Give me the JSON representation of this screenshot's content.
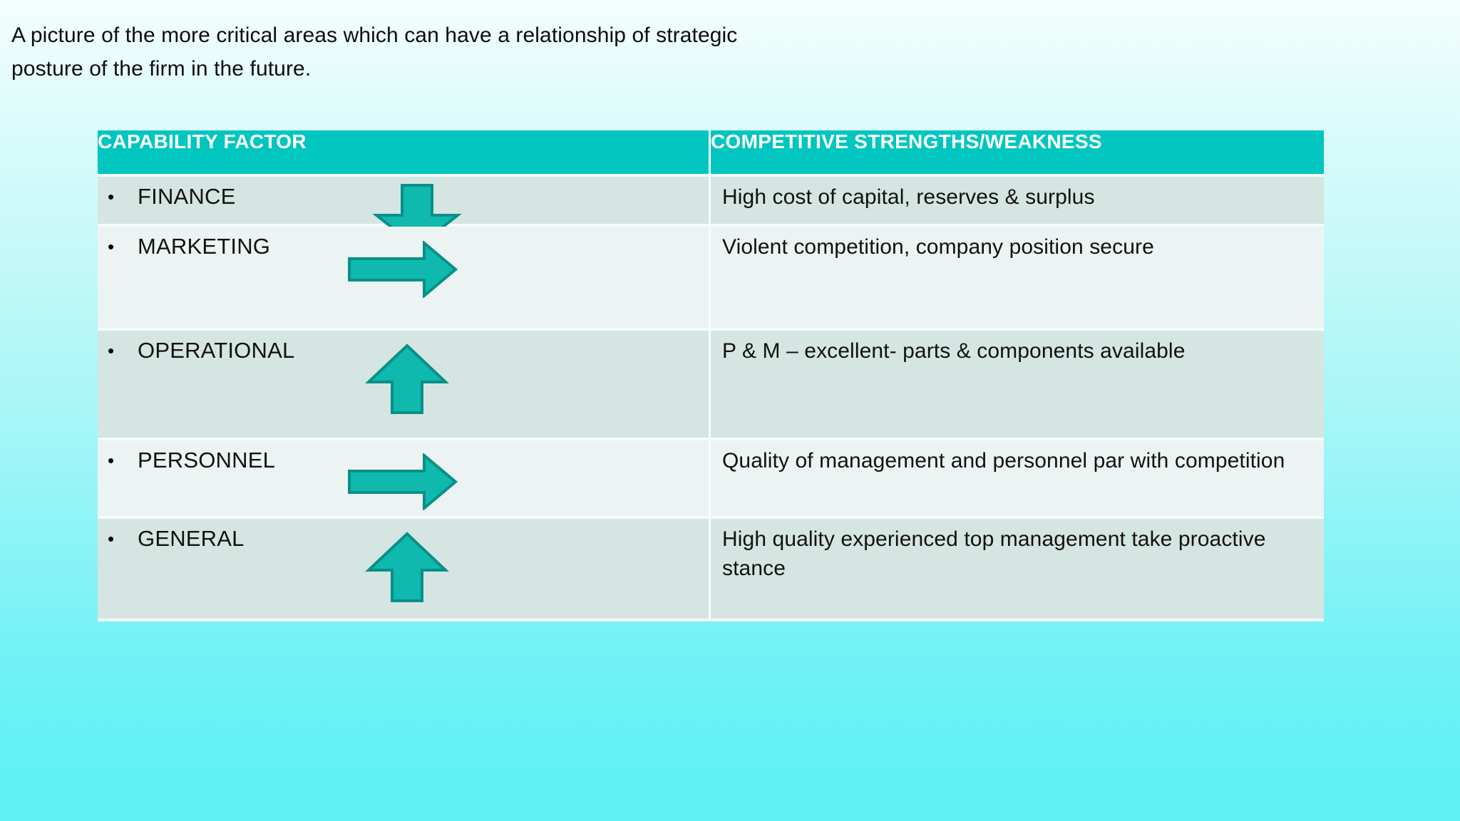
{
  "slide": {
    "intro": "A picture of the more critical areas which can have a relationship of strategic\n posture of the firm in the future.",
    "colors": {
      "header_teal": "#00c6bf",
      "arrow_fill": "#0fb9ae",
      "arrow_stroke": "#0a8f88",
      "row_shade_dark": "#d5e6e2",
      "row_shade_light": "#ebf4f3",
      "background_top": "#f2fefc",
      "background_bottom": "#5df1f6",
      "header_text": "#ffffff",
      "body_text": "#111111"
    }
  },
  "table": {
    "headers": {
      "col1": "CAPABILITY FACTOR",
      "col2": "COMPETITIVE STRENGTHS/WEAKNESS"
    },
    "bullet_glyph": "•",
    "rows": [
      {
        "factor": "FINANCE",
        "trend": "down-arrow-icon",
        "description": "High cost of capital, reserves & surplus"
      },
      {
        "factor": "MARKETING",
        "trend": "right-arrow-icon",
        "description": "Violent competition, company position secure"
      },
      {
        "factor": "OPERATIONAL",
        "trend": "up-arrow-icon",
        "description": "P & M – excellent- parts & components available"
      },
      {
        "factor": "PERSONNEL",
        "trend": "right-arrow-icon",
        "description": "Quality of management and personnel par with competition"
      },
      {
        "factor": "GENERAL",
        "trend": "up-arrow-icon",
        "description": "High quality experienced top management take proactive stance"
      }
    ]
  }
}
